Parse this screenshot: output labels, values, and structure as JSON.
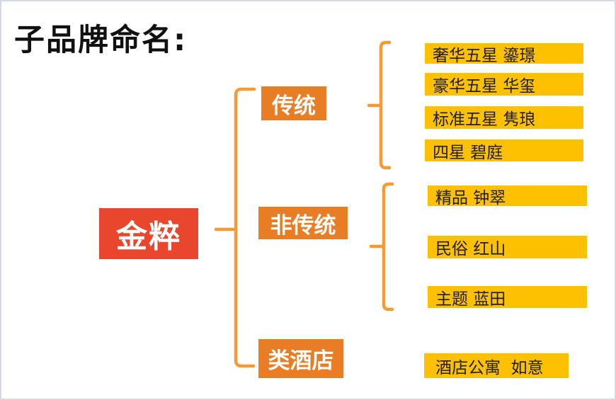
{
  "title": "子品牌命名:",
  "colors": {
    "root": "#e8472e",
    "branch": "#e87d25",
    "leaf": "#fdc101",
    "line": "#f79a31",
    "border": "#d3d8e2",
    "leaf_text": "#1f1f1f",
    "node_text": "#ffffff",
    "title_text": "#111111"
  },
  "tree": {
    "root": {
      "label": "金粹"
    },
    "branches": [
      {
        "label": "传统",
        "children": [
          "奢华五星 鎏璟",
          "豪华五星 华玺",
          "标准五星 隽琅",
          "四星 碧庭"
        ]
      },
      {
        "label": "非传统",
        "children": [
          "精品 钟翠",
          "民俗 红山",
          "主题 蓝田"
        ]
      },
      {
        "label": "类酒店",
        "children": [
          "酒店公寓  如意"
        ]
      }
    ]
  }
}
